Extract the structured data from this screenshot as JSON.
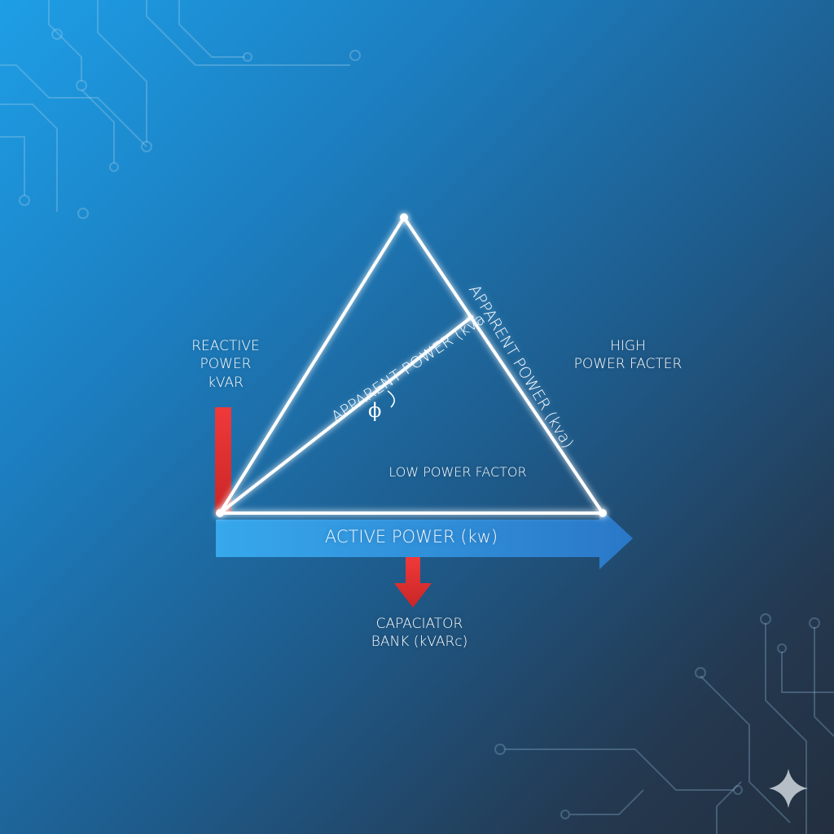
{
  "labels": {
    "reactive_line1": "REACTIVE",
    "reactive_line2": "POWER",
    "reactive_line3": "kVAR",
    "high_pf_line1": "HIGH",
    "high_pf_line2": "POWER FACTER",
    "low_pf": "LOW POWER FACTOR",
    "apparent_inner": "APPARENT POWER (kva",
    "apparent_outer": "APPARENT POWER (kva)",
    "phi": "ϕ",
    "active_power": "ACTIVE POWER (kw)",
    "capacitor_line1": "CAPACIATOR",
    "capacitor_line2": "BANK (kVARc)"
  },
  "icons": {
    "corner": "sparkle-icon"
  },
  "colors": {
    "bg_light": "#1e9ee6",
    "bg_dark": "#232f3f",
    "triangle": "#ffffff",
    "active_arrow": "#2f8ce0",
    "reactive_bar": "#e2312f",
    "capacitor_arrow": "#e2312f",
    "circuit": "#9ccbe8"
  }
}
